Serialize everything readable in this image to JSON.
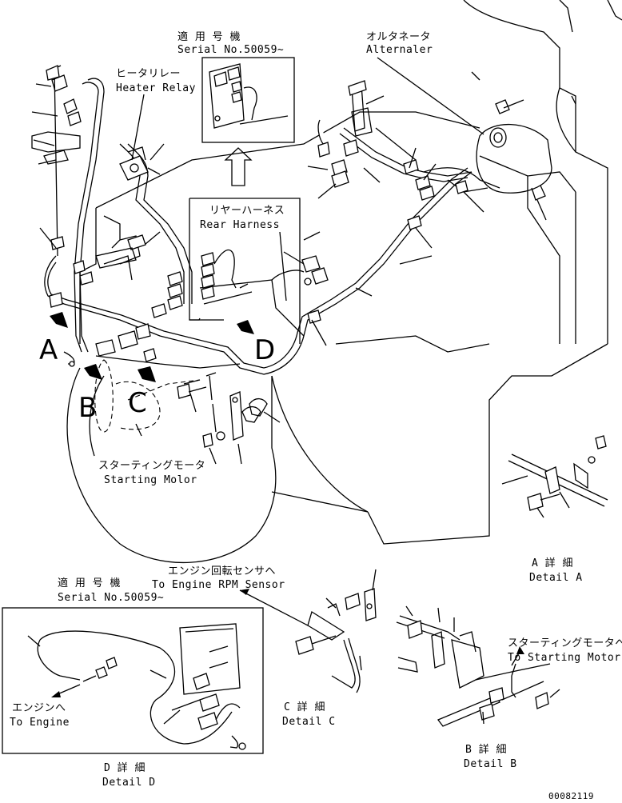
{
  "labels": {
    "serial_top_jp": "適 用 号 機",
    "serial_top_en": "Serial No.50059~",
    "alternator_jp": "オルタネータ",
    "alternator_en": "Alternaler",
    "heater_relay_jp": "ヒータリレー",
    "heater_relay_en": "Heater Relay",
    "rear_harness_jp": "リヤーハーネス",
    "rear_harness_en": "Rear Harness",
    "starting_motor_jp": "スターティングモータ",
    "starting_motor_en": "Starting Molor",
    "view_a": "A",
    "view_b": "B",
    "view_c": "C",
    "view_d": "D",
    "engine_rpm_jp": "エンジン回転センサへ",
    "engine_rpm_en": "To Engine RPM Sensor",
    "serial_bottom_jp": "適 用 号 機",
    "serial_bottom_en": "Serial No.50059~",
    "to_engine_jp": "エンジンへ",
    "to_engine_en": "To Engine",
    "detail_d_jp": "D 詳 細",
    "detail_d_en": "Detail D",
    "detail_c_jp": "C 詳 細",
    "detail_c_en": "Detail C",
    "detail_a_jp": "A 詳 細",
    "detail_a_en": "Detail A",
    "to_starting_motor_jp": "スターティングモータへ",
    "to_starting_motor_en": "To Starting Motor",
    "detail_b_jp": "B 詳 細",
    "detail_b_en": "Detail B",
    "drawing_no": "00082119"
  }
}
